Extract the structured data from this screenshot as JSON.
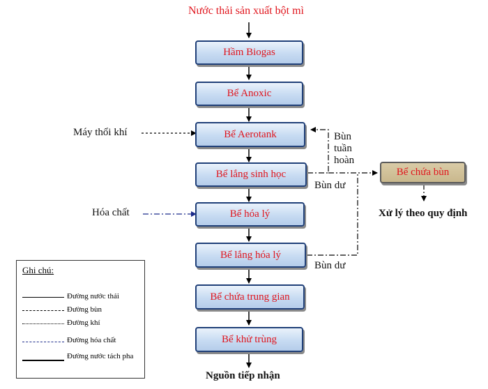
{
  "source_label": "Nước thải sản xuất bột mì",
  "process_boxes": [
    "Hầm Biogas",
    "Bể Anoxic",
    "Bể Aerotank",
    "Bể lắng sinh học",
    "Bể hóa lý",
    "Bể lắng hóa lý",
    "Bể chứa trung gian",
    "Bể khử trùng"
  ],
  "outlet_label": "Nguồn tiếp nhận",
  "inputs": {
    "air": "Máy thổi khí",
    "chemical": "Hóa chất"
  },
  "sludge": {
    "return_label": [
      "Bùn",
      "tuần",
      "hoàn"
    ],
    "excess_label_1": "Bùn dư",
    "excess_label_2": "Bùn dư",
    "tank": "Bể chứa bùn",
    "disposal": "Xử lý theo quy định"
  },
  "legend": {
    "title": "Ghi chú:",
    "items": [
      "Đường nước thải",
      "Đường bùn",
      "Đường khí",
      "Đường hóa chất",
      "Đường nước tách pha"
    ]
  },
  "colors": {
    "flow_text": "#e0141c",
    "box_border": "#1f3f78",
    "box_fill": "#c7dbf2",
    "sludge_fill": "#c9b88d",
    "chemical_line": "#1a2a8a"
  }
}
